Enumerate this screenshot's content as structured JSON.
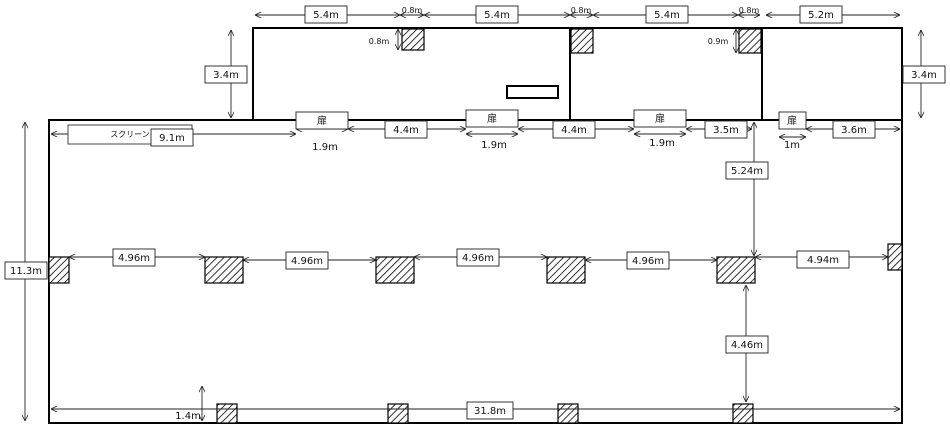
{
  "labels": {
    "top_5_4_a": "5.4m",
    "top_0_8_a": "0.8m",
    "top_5_4_b": "5.4m",
    "top_0_8_b": "0.8m",
    "top_5_4_c": "5.4m",
    "top_0_8_c": "0.8m",
    "top_5_2": "5.2m",
    "col_0_8": "0.8m",
    "col_0_9": "0.9m",
    "left_3_4": "3.4m",
    "right_3_4": "3.4m",
    "screen": "スクリーン",
    "screen_9_1": "9.1m",
    "door": "扉",
    "door_1_9": "1.9m",
    "door_1m": "1m",
    "gap_4_4": "4.4m",
    "gap_3_5": "3.5m",
    "gap_3_6": "3.6m",
    "v_5_24": "5.24m",
    "h_4_96": "4.96m",
    "h_4_94": "4.94m",
    "height_11_3": "11.3m",
    "v_4_46": "4.46m",
    "bottom_1_4": "1.4m",
    "width_31_8": "31.8m"
  }
}
